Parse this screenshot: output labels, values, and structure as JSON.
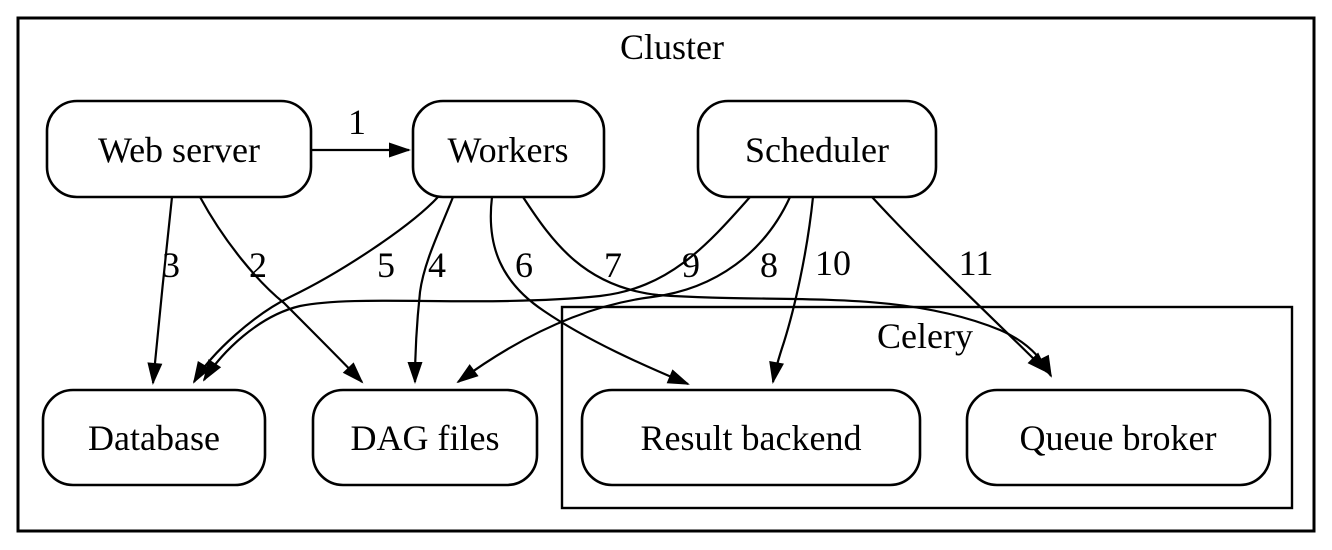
{
  "clusters": {
    "cluster": {
      "label": "Cluster"
    },
    "celery": {
      "label": "Celery"
    }
  },
  "nodes": {
    "web_server": {
      "label": "Web server"
    },
    "workers": {
      "label": "Workers"
    },
    "scheduler": {
      "label": "Scheduler"
    },
    "database": {
      "label": "Database"
    },
    "dag_files": {
      "label": "DAG files"
    },
    "result_backend": {
      "label": "Result backend"
    },
    "queue_broker": {
      "label": "Queue broker"
    }
  },
  "edges": [
    {
      "label": "1",
      "from": "Web server",
      "to": "Workers"
    },
    {
      "label": "2",
      "from": "Web server",
      "to": "DAG files"
    },
    {
      "label": "3",
      "from": "Web server",
      "to": "Database"
    },
    {
      "label": "4",
      "from": "Workers",
      "to": "DAG files"
    },
    {
      "label": "5",
      "from": "Workers",
      "to": "Database"
    },
    {
      "label": "6",
      "from": "Workers",
      "to": "Result backend"
    },
    {
      "label": "7",
      "from": "Workers",
      "to": "Queue broker"
    },
    {
      "label": "8",
      "from": "Scheduler",
      "to": "DAG files"
    },
    {
      "label": "9",
      "from": "Scheduler",
      "to": "Database"
    },
    {
      "label": "10",
      "from": "Scheduler",
      "to": "Result backend"
    },
    {
      "label": "11",
      "from": "Scheduler",
      "to": "Queue broker"
    }
  ],
  "colors": {
    "line": "#000000",
    "background": "#ffffff",
    "node_fill": "#ffffff"
  }
}
